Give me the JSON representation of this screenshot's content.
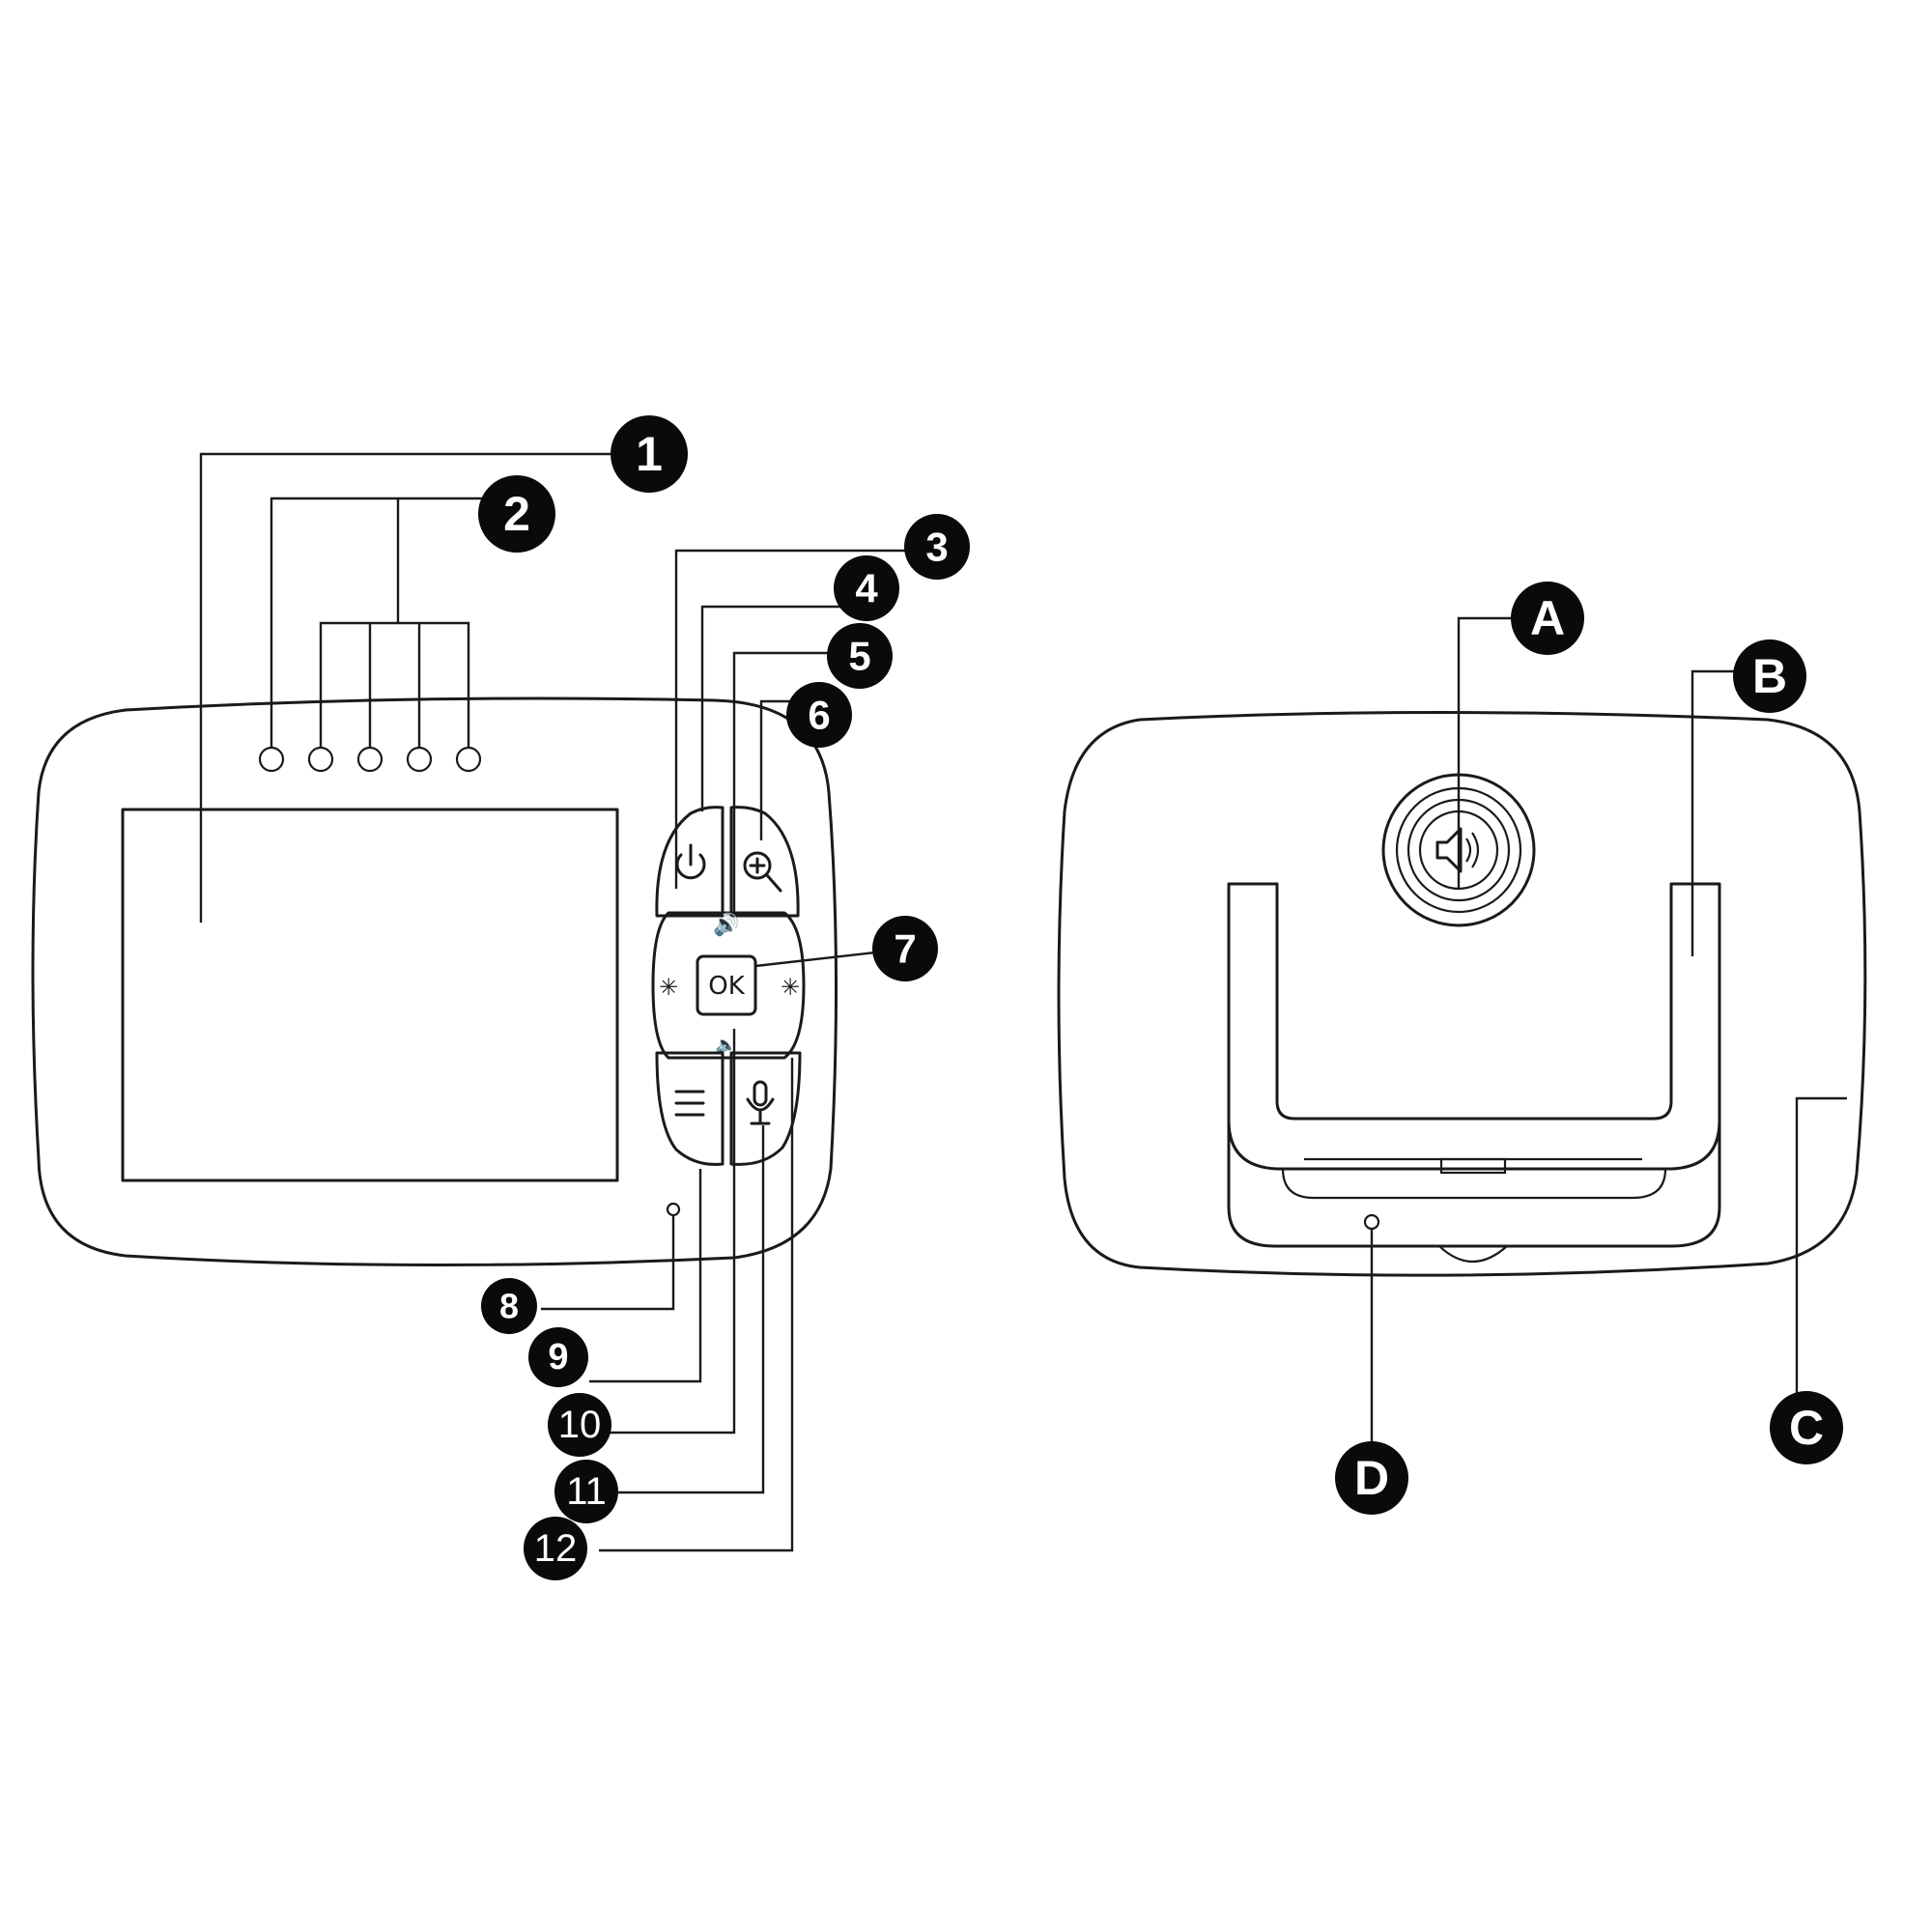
{
  "front_callouts": [
    "1",
    "2",
    "3",
    "4",
    "5",
    "6",
    "7",
    "8",
    "9",
    "10",
    "11",
    "12"
  ],
  "back_callouts": [
    "A",
    "B",
    "C",
    "D"
  ],
  "buttons": {
    "ok_label": "OK"
  },
  "icons": {
    "power": "power-icon",
    "zoom": "zoom-in-icon",
    "menu": "menu-icon",
    "talk": "microphone-icon",
    "volume_up": "volume-up-icon",
    "volume_down": "volume-down-icon",
    "brightness_down": "brightness-down-icon",
    "brightness_up": "brightness-up-icon",
    "speaker": "speaker-icon"
  },
  "colors": {
    "line": "#1a1a1a",
    "badge": "#0a0a0a",
    "badge_text": "#ffffff",
    "background": "#ffffff"
  }
}
